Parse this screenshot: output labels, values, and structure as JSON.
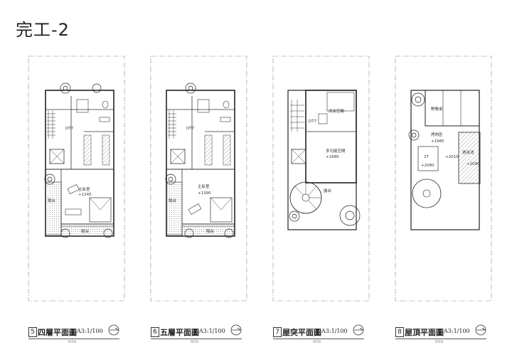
{
  "sheet": {
    "title": "完工-2"
  },
  "plans": [
    {
      "num": "5",
      "name": "四層平面圖",
      "scale": "A3:1/100",
      "note": "NTS",
      "labels": {
        "bath": "DT7",
        "bedroom": "主臥室",
        "bedroom_level": "+1245",
        "balcony_side": "陽台",
        "balcony_front": "陽台"
      }
    },
    {
      "num": "6",
      "name": "五層平面圖",
      "scale": "A3:1/100",
      "note": "NTS",
      "labels": {
        "bath": "DT7",
        "bedroom": "主臥室",
        "bedroom_level": "+1390",
        "balcony_side": "陽台",
        "balcony_front": "陽台"
      }
    },
    {
      "num": "7",
      "name": "屋突平面圖",
      "scale": "A3:1/100",
      "note": "NTS",
      "labels": {
        "bath": "DT7",
        "laundry": "洗衣空間",
        "multi": "多功能空間",
        "multi_level": "+1680",
        "terrace": "露台"
      }
    },
    {
      "num": "8",
      "name": "屋頂平面圖",
      "scale": "A3:1/100",
      "note": "NTS",
      "labels": {
        "picnic": "野餐桌",
        "bbq": "烤肉區",
        "bbq_level": "+1980",
        "pool": "游泳池",
        "room": "2T",
        "room_level": "+2080",
        "pool_level": "+2010",
        "pool_level2": "+2090"
      }
    }
  ]
}
